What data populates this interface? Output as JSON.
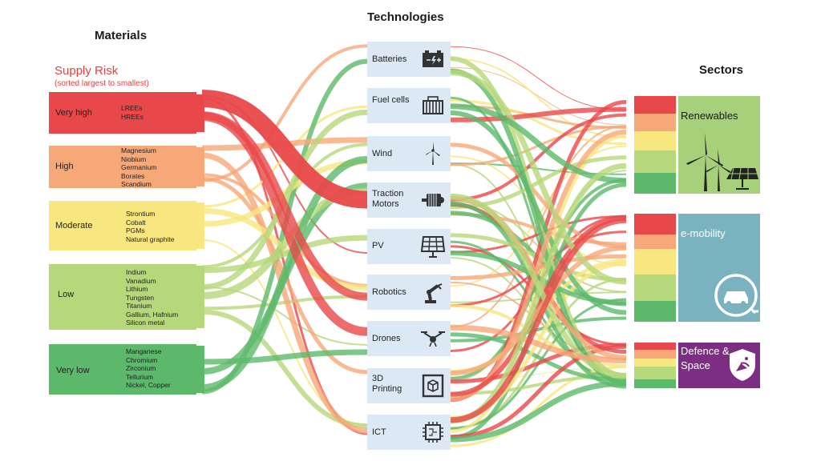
{
  "headings": {
    "materials": "Materials",
    "technologies": "Technologies",
    "sectors": "Sectors"
  },
  "supply_risk": {
    "title": "Supply Risk",
    "subtitle": "(sorted largest to smallest)"
  },
  "risk_levels": [
    {
      "label": "Very high",
      "color": "#e8484a",
      "materials": [
        "LREEs",
        "HREEs"
      ]
    },
    {
      "label": "High",
      "color": "#f6a878",
      "materials": [
        "Magnesium",
        "Niobium",
        "Germanium",
        "Borates",
        "Scandium"
      ]
    },
    {
      "label": "Moderate",
      "color": "#f8e67e",
      "materials": [
        "Strontium",
        "Cobalt",
        "PGMs",
        "Natural graphite"
      ]
    },
    {
      "label": "Low",
      "color": "#b6d77a",
      "materials": [
        "Indium",
        "Vanadium",
        "Lithium",
        "Tungsten",
        "Titanium",
        "Gallium, Hafnium",
        "Silicon metal"
      ]
    },
    {
      "label": "Very low",
      "color": "#5cb96b",
      "materials": [
        "Manganese",
        "Chromium",
        "Zirconium",
        "Tellurium",
        "Nickel, Copper"
      ]
    }
  ],
  "technologies": [
    {
      "label": "Batteries",
      "icon": "battery-icon"
    },
    {
      "label": "Fuel cells",
      "icon": "fuel-cell-icon"
    },
    {
      "label": "Wind",
      "icon": "wind-turbine-icon"
    },
    {
      "label": "Traction Motors",
      "icon": "motor-icon"
    },
    {
      "label": "PV",
      "icon": "solar-panel-icon"
    },
    {
      "label": "Robotics",
      "icon": "robot-arm-icon"
    },
    {
      "label": "Drones",
      "icon": "drone-icon"
    },
    {
      "label": "3D Printing",
      "icon": "3d-printer-icon"
    },
    {
      "label": "ICT",
      "icon": "chip-icon"
    }
  ],
  "sectors": [
    {
      "label": "Renewables",
      "color": "#a6d17a",
      "icon": "renewables-icon"
    },
    {
      "label": "e-mobility",
      "color": "#7ab2c0",
      "icon": "electric-car-icon"
    },
    {
      "label": "Defence & Space",
      "color": "#7b2e82",
      "icon": "satellite-shield-icon"
    }
  ]
}
